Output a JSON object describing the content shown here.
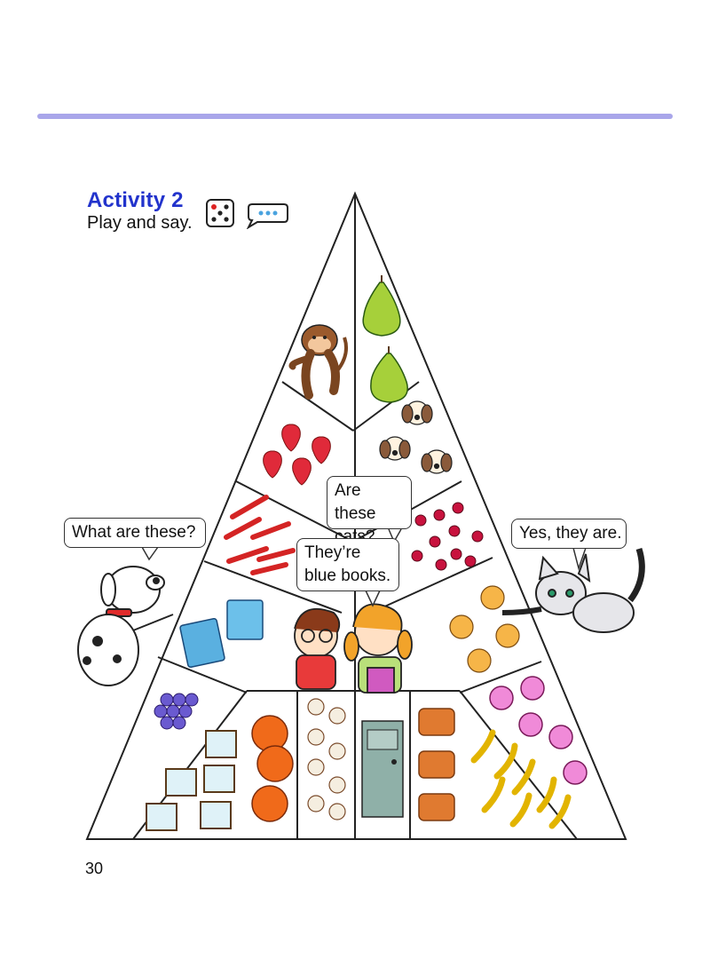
{
  "activity": {
    "title": "Activity 2",
    "instruction": "Play and say.",
    "icons": [
      "dice-icon",
      "speech-bubble-icon"
    ]
  },
  "speech_bubbles": {
    "dog": "What are these?",
    "boy_question": "Are these cats?",
    "boy_answer": "They’re blue books.",
    "cat": "Yes, they are."
  },
  "pyramid_items": [
    "monkey",
    "pears",
    "dogs",
    "strawberries",
    "cherries",
    "pencils",
    "cats",
    "books",
    "grapes",
    "windows",
    "oranges",
    "baseballs",
    "door",
    "pies",
    "bananas",
    "clocks"
  ],
  "page_number": "30",
  "colors": {
    "accent_title": "#2233cc",
    "rule": "#a9a6ea"
  }
}
